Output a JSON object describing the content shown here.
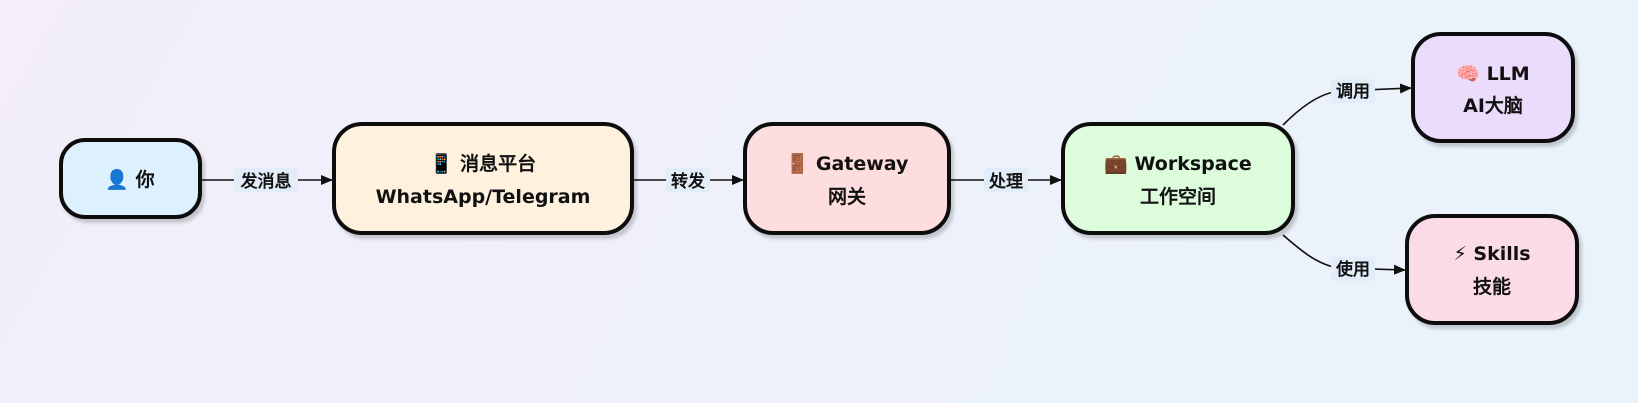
{
  "nodes": {
    "you": {
      "line1": "👤 你",
      "fill": "#dcf0fd"
    },
    "platform": {
      "line1": "📱 消息平台",
      "line2": "WhatsApp/Telegram",
      "fill": "#fef2df"
    },
    "gateway": {
      "line1": "🚪 Gateway",
      "line2": "网关",
      "fill": "#fddddd"
    },
    "workspace": {
      "line1": "💼 Workspace",
      "line2": "工作空间",
      "fill": "#dcfcdc"
    },
    "llm": {
      "line1": "🧠 LLM",
      "line2": "AI大脑",
      "fill": "#ebdcfb"
    },
    "skills": {
      "line1": "⚡ Skills",
      "line2": "技能",
      "fill": "#fbdbe8"
    }
  },
  "edges": {
    "send": "发消息",
    "forward": "转发",
    "process": "处理",
    "call": "调用",
    "use": "使用"
  }
}
